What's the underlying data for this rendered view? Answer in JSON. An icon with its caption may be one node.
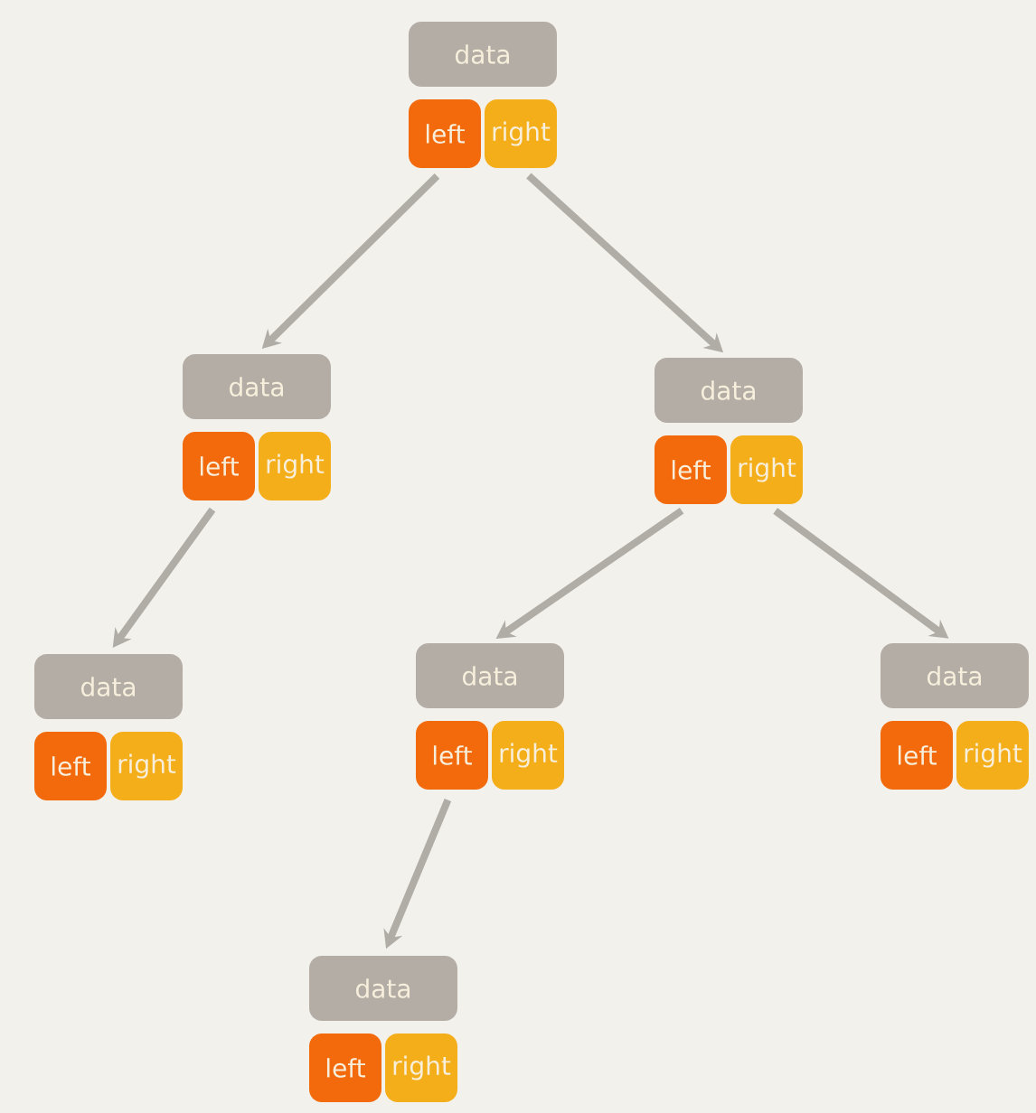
{
  "diagram": {
    "nodes": [
      {
        "text": [
          "data"
        ]
      },
      {
        "text": [
          "left"
        ]
      },
      {
        "text": [
          "right"
        ]
      },
      {
        "text": [
          "data"
        ]
      },
      {
        "text": [
          "left"
        ]
      },
      {
        "text": [
          "right"
        ]
      },
      {
        "text": [
          "data"
        ]
      },
      {
        "text": [
          "left"
        ]
      },
      {
        "text": [
          "right"
        ]
      },
      {
        "text": [
          "data"
        ]
      },
      {
        "text": [
          "left"
        ]
      },
      {
        "text": [
          "right"
        ]
      },
      {
        "text": [
          "data"
        ]
      },
      {
        "text": [
          "left"
        ]
      },
      {
        "text": [
          "right"
        ]
      },
      {
        "text": [
          "data"
        ]
      },
      {
        "text": [
          "left"
        ]
      },
      {
        "text": [
          "right"
        ]
      },
      {
        "text": [
          "data"
        ]
      },
      {
        "text": [
          "left"
        ]
      },
      {
        "text": [
          "right"
        ]
      }
    ],
    "edges": [
      {
        "from": 1,
        "to": 3,
        "arrow": "to"
      },
      {
        "from": 2,
        "to": 6,
        "arrow": "to"
      },
      {
        "from": 4,
        "to": 9,
        "arrow": "to"
      },
      {
        "from": 7,
        "to": 12,
        "arrow": "to"
      },
      {
        "from": 8,
        "to": 15,
        "arrow": "to"
      },
      {
        "from": 13,
        "to": 18,
        "arrow": "to"
      }
    ]
  }
}
